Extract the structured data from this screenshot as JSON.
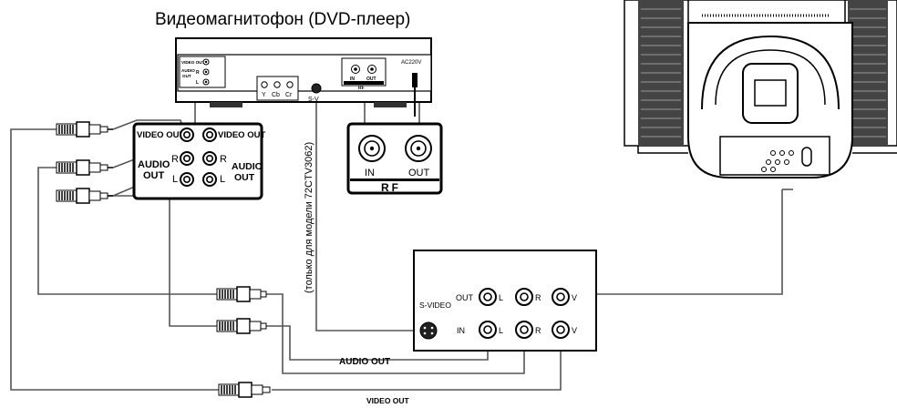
{
  "title": "Видеомагнитофон (DVD-плеер)",
  "dvd_panel": {
    "video_out": "VIDEO OUT",
    "audio": "AUDIO",
    "out": "OUT",
    "r": "R",
    "l": "L",
    "y": "Y",
    "cb": "Cb",
    "cr": "Cr",
    "sv": "S-V",
    "in": "IN",
    "out_small": "OUT",
    "rf": "RF",
    "ac": "AC220V"
  },
  "zoom_panel": {
    "video_out": "VIDEO OUT",
    "audio": "AUDIO",
    "out": "OUT",
    "r": "R",
    "l": "L"
  },
  "rf_panel": {
    "in": "IN",
    "out": "OUT",
    "label": "RF"
  },
  "vertical_note": "(только для модели 72CTV3062)",
  "tv_panel": {
    "s_video": "S-VIDEO",
    "out": "OUT",
    "in": "IN",
    "l": "L",
    "r": "R",
    "v": "V"
  },
  "bottom_labels": {
    "audio_out": "AUDIO OUT",
    "video_out": "VIDEO OUT"
  },
  "icons": [
    "rca-plug-icon",
    "rca-jack-icon",
    "s-video-jack-icon",
    "tv-set-icon",
    "power-cord-icon"
  ]
}
